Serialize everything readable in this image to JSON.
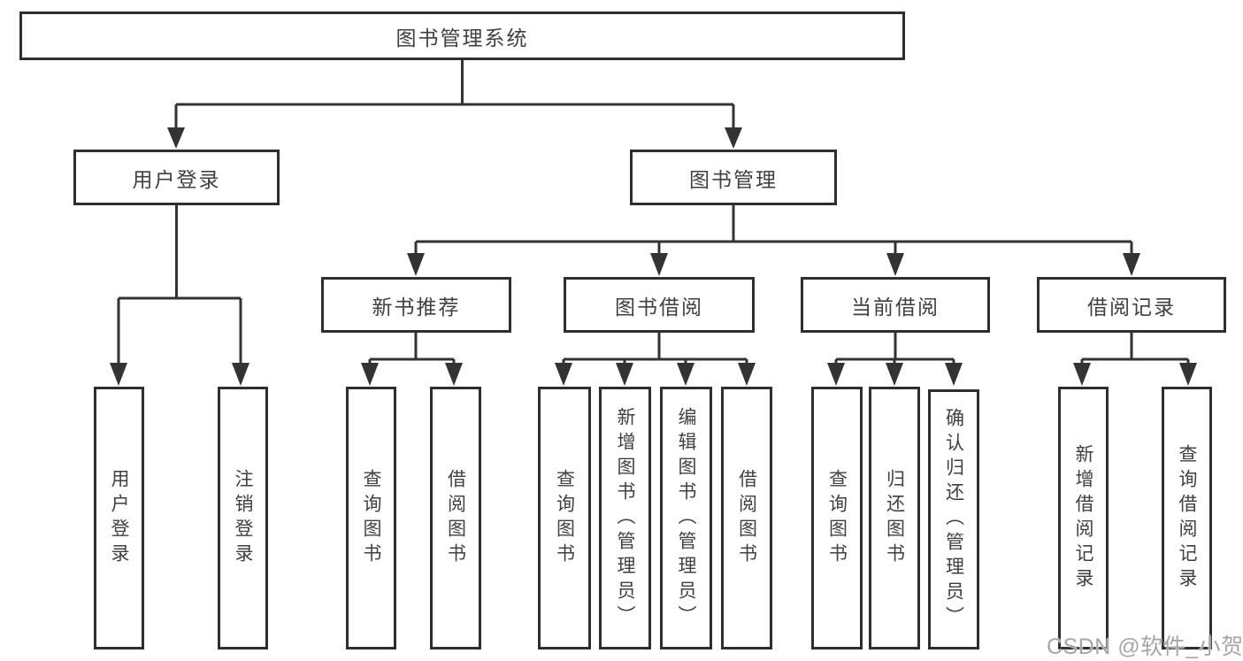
{
  "diagram": {
    "title": "图书管理系统",
    "type": "tree",
    "root": {
      "label": "图书管理系统"
    },
    "branches": [
      {
        "label": "用户登录",
        "children": [
          {
            "label": "用户登录"
          },
          {
            "label": "注销登录"
          }
        ]
      },
      {
        "label": "图书管理",
        "children": [
          {
            "label": "新书推荐",
            "children": [
              {
                "label": "查询图书"
              },
              {
                "label": "借阅图书"
              }
            ]
          },
          {
            "label": "图书借阅",
            "children": [
              {
                "label": "查询图书"
              },
              {
                "label": "新增图书（管理员）"
              },
              {
                "label": "编辑图书（管理员）"
              },
              {
                "label": "借阅图书"
              }
            ]
          },
          {
            "label": "当前借阅",
            "children": [
              {
                "label": "查询图书"
              },
              {
                "label": "归还图书"
              },
              {
                "label": "确认归还（管理员）"
              }
            ]
          },
          {
            "label": "借阅记录",
            "children": [
              {
                "label": "新增借阅记录"
              },
              {
                "label": "查询借阅记录"
              }
            ]
          }
        ]
      }
    ]
  },
  "watermark": {
    "text": "CSDN @软件_小贺同学"
  },
  "colors": {
    "line": "#333333",
    "box_border": "#2e2e2e",
    "text": "#404040",
    "watermark": "#a6a6a6",
    "background": "#ffffff"
  }
}
